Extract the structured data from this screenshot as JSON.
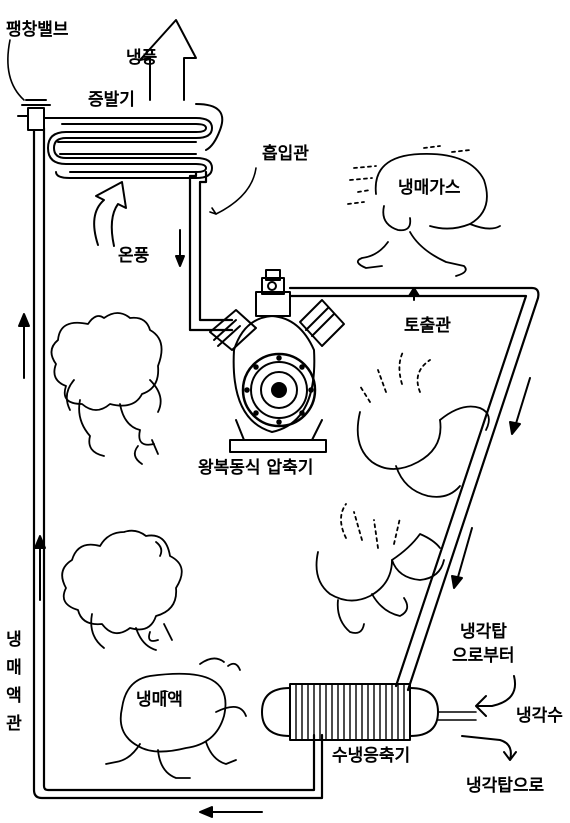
{
  "labels": {
    "expansion_valve": "팽창밸브",
    "cold_air": "냉풍",
    "evaporator": "증발기",
    "suction_pipe": "흡입관",
    "refrigerant_gas": "냉매가스",
    "warm_air": "온풍",
    "discharge_pipe": "토출관",
    "compressor": "왕복동식 압축기",
    "refrigerant_liquid_pipe": [
      "냉",
      "매",
      "액",
      "관"
    ],
    "from_cooling_tower": [
      "냉각탑",
      "으로부터"
    ],
    "cooling_water": "냉각수",
    "refrigerant_liquid": "냉매액",
    "water_condenser": "수냉응축기",
    "to_cooling_tower": "냉각탑으로"
  }
}
